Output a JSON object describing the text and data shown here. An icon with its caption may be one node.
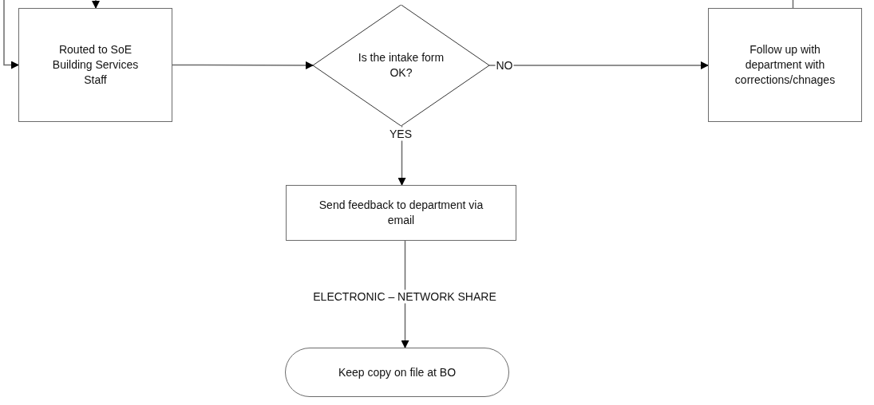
{
  "diagram": {
    "nodes": [
      {
        "text": [
          "Routed to SoE Building Services Staff"
        ]
      },
      {
        "text": [
          "Is the intake form OK?"
        ]
      },
      {
        "text": [
          "Follow up with department with corrections/chnages"
        ]
      },
      {
        "text": [
          "Send feedback to department via email"
        ]
      },
      {
        "text": [
          "Keep copy on file at BO"
        ]
      }
    ],
    "edges": [
      {
        "from": null,
        "to": 0,
        "arrow": "to"
      },
      {
        "from": null,
        "to": 0,
        "arrow": "to"
      },
      {
        "from": 0,
        "to": 1,
        "arrow": "to"
      },
      {
        "from": 1,
        "to": 2,
        "arrow": "to",
        "label": "NO"
      },
      {
        "from": 1,
        "to": 3,
        "arrow": "to",
        "label": "YES"
      },
      {
        "from": 3,
        "to": 4,
        "arrow": "to",
        "label": "ELECTRONIC – NETWORK SHARE"
      },
      {
        "from": 2,
        "to": null,
        "arrow": "none"
      }
    ]
  }
}
